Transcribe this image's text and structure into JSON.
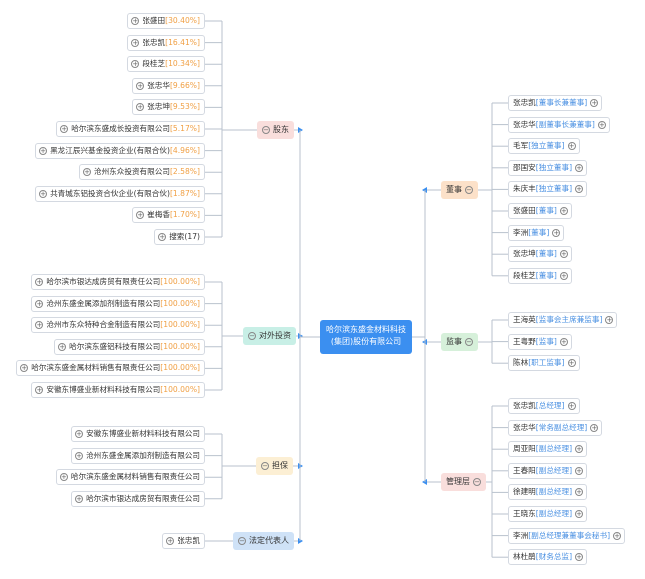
{
  "root": {
    "line1": "哈尔滨东盛金材料科技",
    "line2": "(集团)股份有限公司"
  },
  "categories": {
    "shareholders": {
      "label": "股东",
      "color": "#f9dedc"
    },
    "investments": {
      "label": "对外投资",
      "color": "#c8efe6"
    },
    "guarantees": {
      "label": "担保",
      "color": "#fcefd4"
    },
    "legal_rep": {
      "label": "法定代表人",
      "color": "#cfe2f7"
    },
    "board": {
      "label": "董事",
      "color": "#fce1c9"
    },
    "supervisors": {
      "label": "监事",
      "color": "#d6f0da"
    },
    "management": {
      "label": "管理层",
      "color": "#f9dedc"
    }
  },
  "shareholders": [
    {
      "name": "张盛田",
      "extra": "[30.40%]"
    },
    {
      "name": "张忠凯",
      "extra": "[16.41%]"
    },
    {
      "name": "段桂芝",
      "extra": "[10.34%]"
    },
    {
      "name": "张忠华",
      "extra": "[9.66%]"
    },
    {
      "name": "张忠坤",
      "extra": "[9.53%]"
    },
    {
      "name": "哈尔滨东盛成长投资有限公司",
      "extra": "[5.17%]"
    },
    {
      "name": "黑龙江辰兴基金投资企业(有限合伙)",
      "extra": "[4.96%]"
    },
    {
      "name": "沧州东众投资有限公司",
      "extra": "[2.58%]"
    },
    {
      "name": "共青城东铝投资合伙企业(有限合伙)",
      "extra": "[1.87%]"
    },
    {
      "name": "崔梅香",
      "extra": "[1.70%]"
    },
    {
      "name": "搜索(17)",
      "extra": ""
    }
  ],
  "investments": [
    {
      "name": "哈尔滨市银达成房贸有限责任公司",
      "extra": "[100.00%]"
    },
    {
      "name": "沧州东盛金属添加剂制造有限公司",
      "extra": "[100.00%]"
    },
    {
      "name": "沧州市东众特种合金制造有限公司",
      "extra": "[100.00%]"
    },
    {
      "name": "哈尔滨东盛铝科技有限公司",
      "extra": "[100.00%]"
    },
    {
      "name": "哈尔滨东盛金属材料销售有限责任公司",
      "extra": "[100.00%]"
    },
    {
      "name": "安徽东博盛业新材料科技有限公司",
      "extra": "[100.00%]"
    }
  ],
  "guarantees": [
    {
      "name": "安徽东博盛业新材料科技有限公司"
    },
    {
      "name": "沧州东盛金属添加剂制造有限公司"
    },
    {
      "name": "哈尔滨东盛金属材料销售有限责任公司"
    },
    {
      "name": "哈尔滨市银达成房贸有限责任公司"
    }
  ],
  "legal_rep": [
    {
      "name": "张忠凯"
    }
  ],
  "board": [
    {
      "name": "张忠凯",
      "extra": "[董事长兼董事]"
    },
    {
      "name": "张忠华",
      "extra": "[副董事长兼董事]"
    },
    {
      "name": "毛军",
      "extra": "[独立董事]"
    },
    {
      "name": "邵国安",
      "extra": "[独立董事]"
    },
    {
      "name": "朱庆丰",
      "extra": "[独立董事]"
    },
    {
      "name": "张盛田",
      "extra": "[董事]"
    },
    {
      "name": "李洲",
      "extra": "[董事]"
    },
    {
      "name": "张忠坤",
      "extra": "[董事]"
    },
    {
      "name": "段桂芝",
      "extra": "[董事]"
    }
  ],
  "supervisors": [
    {
      "name": "王海英",
      "extra": "[监事会主席兼监事]"
    },
    {
      "name": "王粤野",
      "extra": "[监事]"
    },
    {
      "name": "陈林",
      "extra": "[职工监事]"
    }
  ],
  "management": [
    {
      "name": "张忠凯",
      "extra": "[总经理]"
    },
    {
      "name": "张忠华",
      "extra": "[常务副总经理]"
    },
    {
      "name": "周亚阳",
      "extra": "[副总经理]"
    },
    {
      "name": "王春阳",
      "extra": "[副总经理]"
    },
    {
      "name": "徐建明",
      "extra": "[副总经理]"
    },
    {
      "name": "王晓东",
      "extra": "[副总经理]"
    },
    {
      "name": "李洲",
      "extra": "[副总经理兼董事会秘书]"
    },
    {
      "name": "林杜鹃",
      "extra": "[财务总监]"
    }
  ],
  "style": {
    "line_color": "#b9c2cd",
    "arrow_color": "#3b8ff0",
    "extra_color": "#f0a045"
  }
}
